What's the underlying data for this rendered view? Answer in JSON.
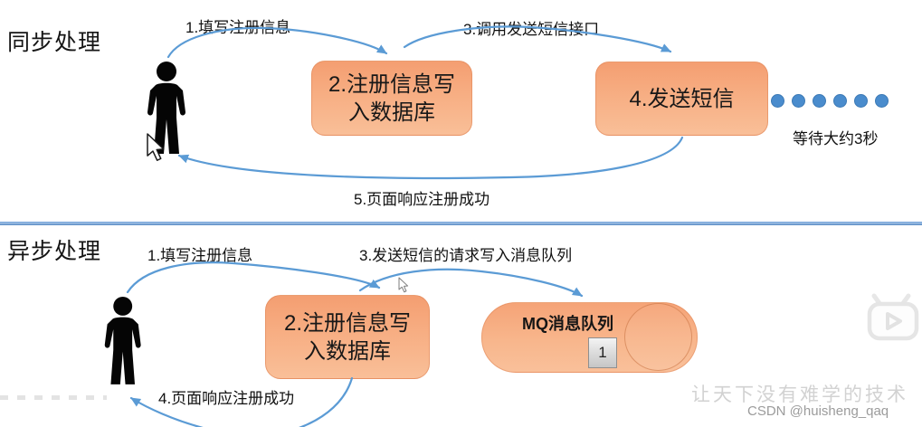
{
  "colors": {
    "arrow_blue": "#5b9bd5",
    "divider_blue": "#5e92cc",
    "box_orange_top": "#f49e71",
    "box_orange_bottom": "#f9bf98",
    "dot_fill": "#4a8ccd",
    "dot_border": "#3c79b5"
  },
  "sync": {
    "title": "同步处理",
    "step1_label": "1.填写注册信息",
    "step3_label": "3.调用发送短信接口",
    "step5_label": "5.页面响应注册成功",
    "db_box": {
      "line1": "2.注册信息写",
      "line2": "入数据库"
    },
    "sms_box_label": "4.发送短信",
    "wait_label": "等待大约3秒",
    "wait_dots": 6
  },
  "async": {
    "title": "异步处理",
    "step1_label": "1.填写注册信息",
    "step3_label": "3.发送短信的请求写入消息队列",
    "step4_label": "4.页面响应注册成功",
    "db_box": {
      "line1": "2.注册信息写",
      "line2": "入数据库"
    },
    "mq": {
      "label": "MQ消息队列",
      "item": "1"
    }
  },
  "watermark": {
    "slogan": "让天下没有难学的技术",
    "credit": "CSDN @huisheng_qaq"
  }
}
